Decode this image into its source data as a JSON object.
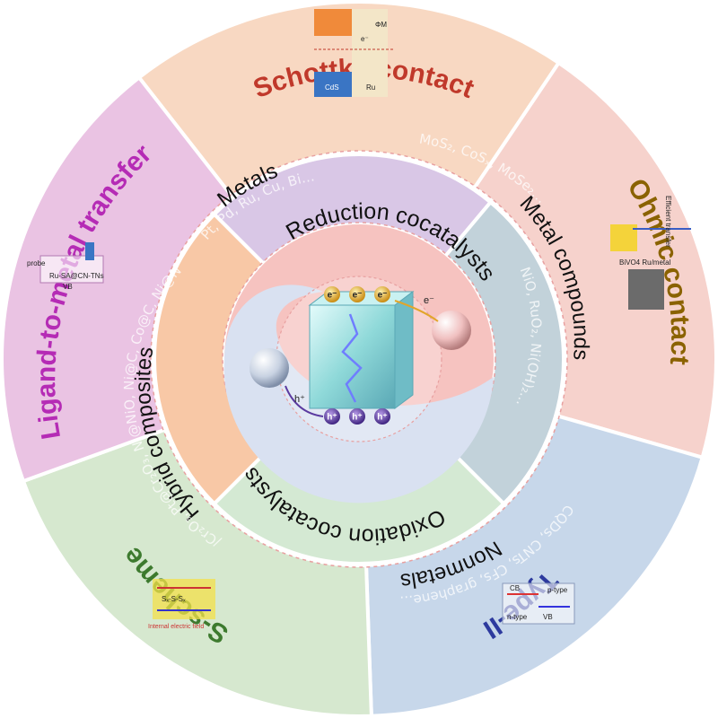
{
  "outer_ring": [
    {
      "key": "schottky",
      "label": "Schottky contact",
      "color": "#c0392b",
      "fill": "#f8d8c2"
    },
    {
      "key": "ohmic",
      "label": "Ohmic contact",
      "color": "#8a6200",
      "fill": "#f6d2cc"
    },
    {
      "key": "type2",
      "label": "Type-II",
      "color": "#2d3a9e",
      "fill": "#c7d7ea"
    },
    {
      "key": "sscheme",
      "label": "S-scheme",
      "color": "#3d7a2e",
      "fill": "#d6e8cf"
    },
    {
      "key": "ligand",
      "label": "Ligand-to-metal transfer",
      "color": "#b52bb5",
      "fill": "#eac3e3"
    }
  ],
  "middle_ring": [
    {
      "key": "metals",
      "label": "Metals",
      "sub": "Pt, Pd, Ru, Cu, Bi…",
      "fill": "#d9c7e6"
    },
    {
      "key": "metal_compounds",
      "label": "Metal compounds",
      "sub_top": "MoS₂, CoSₓ, MoSe₂…",
      "sub": "NiO, RuO₂, Ni(OH)₂…",
      "fill": "#c2d2da"
    },
    {
      "key": "nonmetals",
      "label": "Nonmetals",
      "sub": "CQDs, CNTs, CFs, graphene…",
      "fill": "#d4e9d3"
    },
    {
      "key": "hybrid",
      "label": "Hybrid composites",
      "sub": "Rh/Cr₂O₃, Pt@Cr₂O₃, Ni@NiO, Ni@C, Co@C, Ni@NC…",
      "fill": "#f8c8a6"
    }
  ],
  "inner": {
    "reduction_label": "Reduction cocatalysts",
    "oxidation_label": "Oxidation cocatalysts",
    "reduction_fill": "#f6c3c0",
    "oxidation_fill": "#d9e1f1",
    "electron_symbol": "e⁻",
    "hole_symbol": "h⁺"
  },
  "insets": {
    "schottky": {
      "left": "CdS",
      "right": "Ru",
      "phi": "ΦM",
      "e": "e⁻"
    },
    "ohmic": {
      "text1": "Efficient transfer",
      "text2": "BiVO4 Ru/metal"
    },
    "type2": {
      "cb": "CB",
      "vb": "VB",
      "n": "n-type",
      "p": "p-type"
    },
    "sscheme": {
      "text": "Sₓ-S-Sₓ",
      "bottom": "Internal electric field"
    },
    "ligand": {
      "probe": "probe",
      "metal": "Ru-SA@CN-TNs",
      "vb": "VB"
    }
  },
  "colors": {
    "ring_divider": "#ffffff",
    "dashed": "#e8a0a0",
    "crystal": "#7fd1d1",
    "electron": "#e2a52a",
    "hole": "#5b3aa0",
    "sphere_left": "#cfd8e6",
    "sphere_right": "#f2c4c4"
  }
}
